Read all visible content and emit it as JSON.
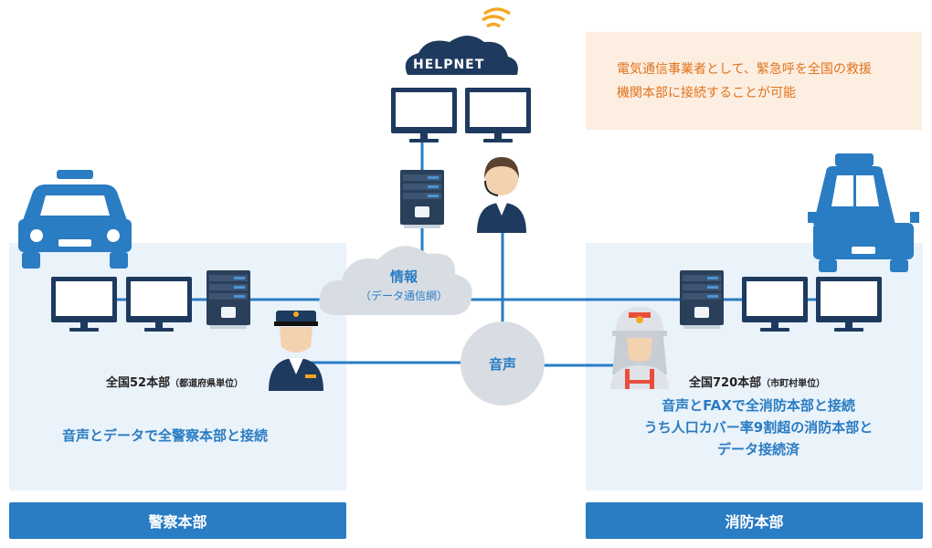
{
  "note": {
    "line1": "電気通信事業者として、緊急呼を全国の救援",
    "line2": "機関本部に接続することが可能"
  },
  "helpnet": {
    "logo_text": "HELPNET"
  },
  "cloud": {
    "label": "情報",
    "sublabel": "（データ通信網）"
  },
  "voice": {
    "label": "音声"
  },
  "police": {
    "count_label": "全国52本部",
    "count_unit": "（都道府県単位）",
    "description": "音声とデータで全警察本部と接続",
    "footer": "警察本部"
  },
  "fire": {
    "count_label": "全国720本部",
    "count_unit": "（市町村単位）",
    "description_lines": [
      "音声とFAXで全消防本部と接続",
      "うち人口カバー率9割超の消防本部と",
      "データ接続済"
    ],
    "footer": "消防本部"
  },
  "colors": {
    "accent": "#2a7cc3",
    "navy": "#1e3a5f",
    "panel": "#eaf2fa",
    "note_bg": "#fdeee2",
    "note_text": "#e0731a",
    "icon_orange": "#f5a623"
  }
}
